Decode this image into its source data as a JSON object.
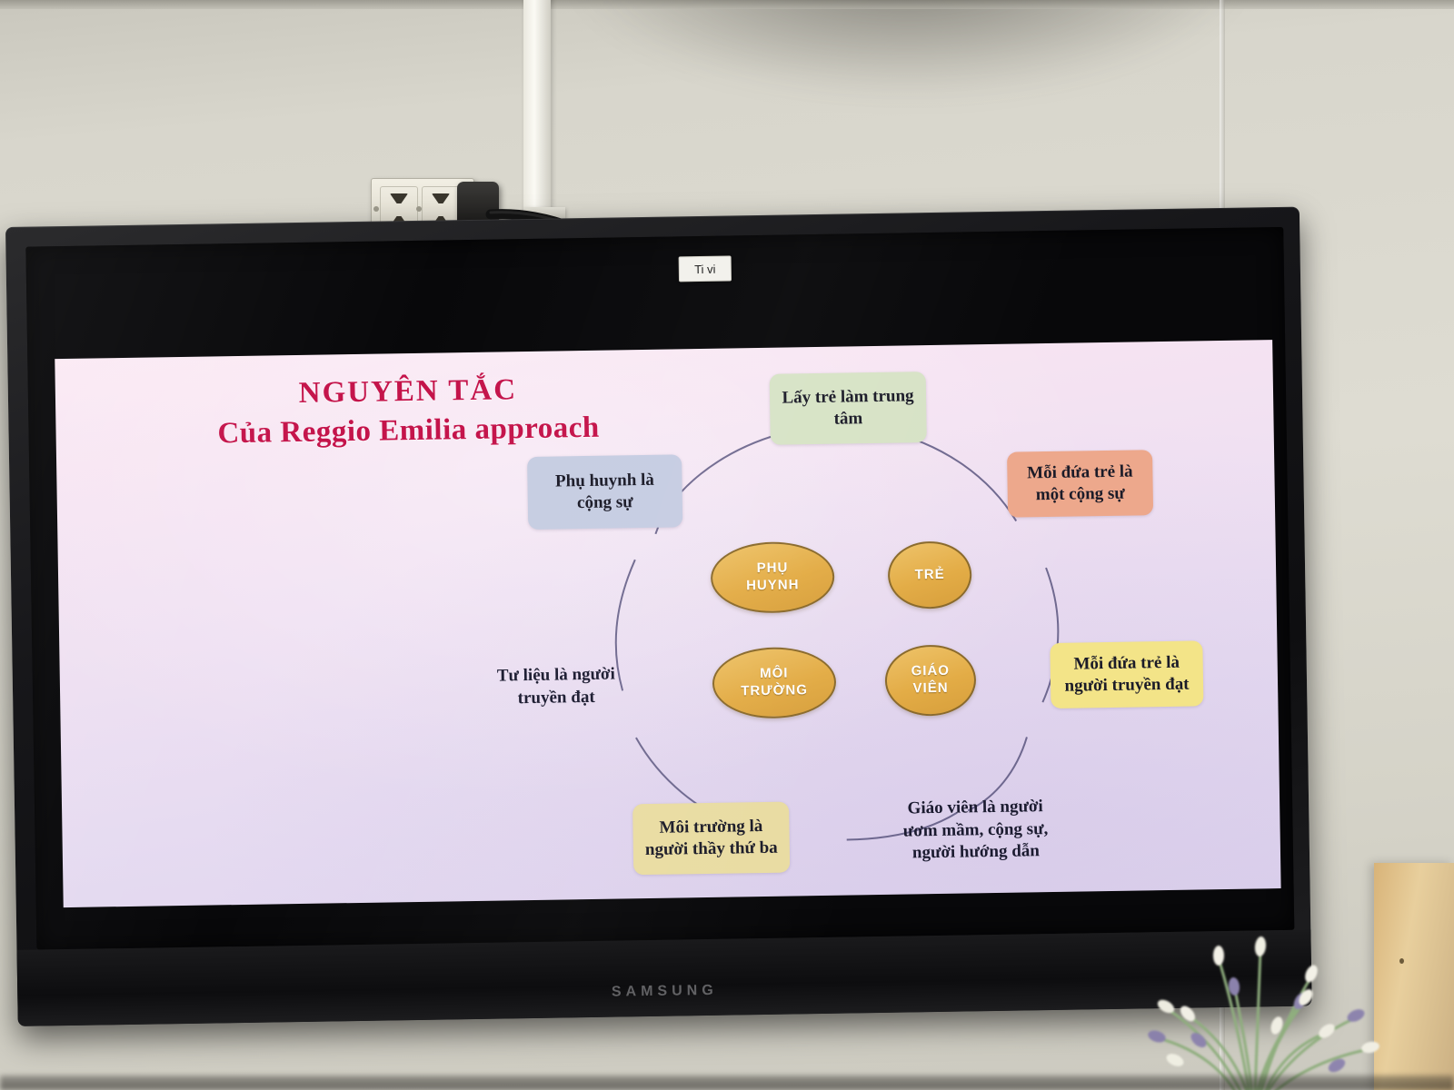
{
  "scene": {
    "device": {
      "brand_label": "SAMSUNG",
      "bezel_tag": "Ti vi"
    }
  },
  "slide": {
    "title": {
      "line1": "NGUYÊN TẮC",
      "line2": "Của Reggio Emilia approach",
      "color": "#c4134a"
    },
    "background_colors": [
      "#fbe9f4",
      "#e6dbf1",
      "#ded4ee"
    ],
    "ring_color": "#4e4a78",
    "outer_nodes": [
      {
        "id": "child-centered",
        "label": "Lấy trẻ làm trung tâm",
        "color": "#d7e3c6",
        "has_box": true,
        "position": "top"
      },
      {
        "id": "child-is-partner",
        "label": "Mỗi đứa trẻ là một cộng sự",
        "color": "#eda88c",
        "has_box": true,
        "position": "top-right"
      },
      {
        "id": "child-is-communicator",
        "label": "Mỗi đứa trẻ là người truyền đạt",
        "color": "#f3e488",
        "has_box": true,
        "position": "bottom-right"
      },
      {
        "id": "teacher-role",
        "label": "Giáo viên là người ươm mầm, cộng sự, người hướng dẫn",
        "color": "",
        "has_box": false,
        "position": "bottom"
      },
      {
        "id": "environment-third-teacher",
        "label": "Môi trường là người thầy thứ ba",
        "color": "#e9dca2",
        "has_box": true,
        "position": "bottom-left"
      },
      {
        "id": "documentation-communicator",
        "label": "Tư liệu là người truyền đạt",
        "color": "",
        "has_box": false,
        "position": "left"
      },
      {
        "id": "parents-are-partners",
        "label": "Phụ huynh là cộng sự",
        "color": "#c6cde2",
        "has_box": true,
        "position": "top-left"
      }
    ],
    "inner_nodes": [
      {
        "id": "parents",
        "label": "PHỤ\nHUYNH",
        "color": "#e3ac46"
      },
      {
        "id": "child",
        "label": "TRẺ",
        "color": "#e3ac46"
      },
      {
        "id": "environment",
        "label": "MÔI\nTRƯỜNG",
        "color": "#e3ac46"
      },
      {
        "id": "teacher",
        "label": "GIÁO\nVIÊN",
        "color": "#e3ac46"
      }
    ]
  }
}
